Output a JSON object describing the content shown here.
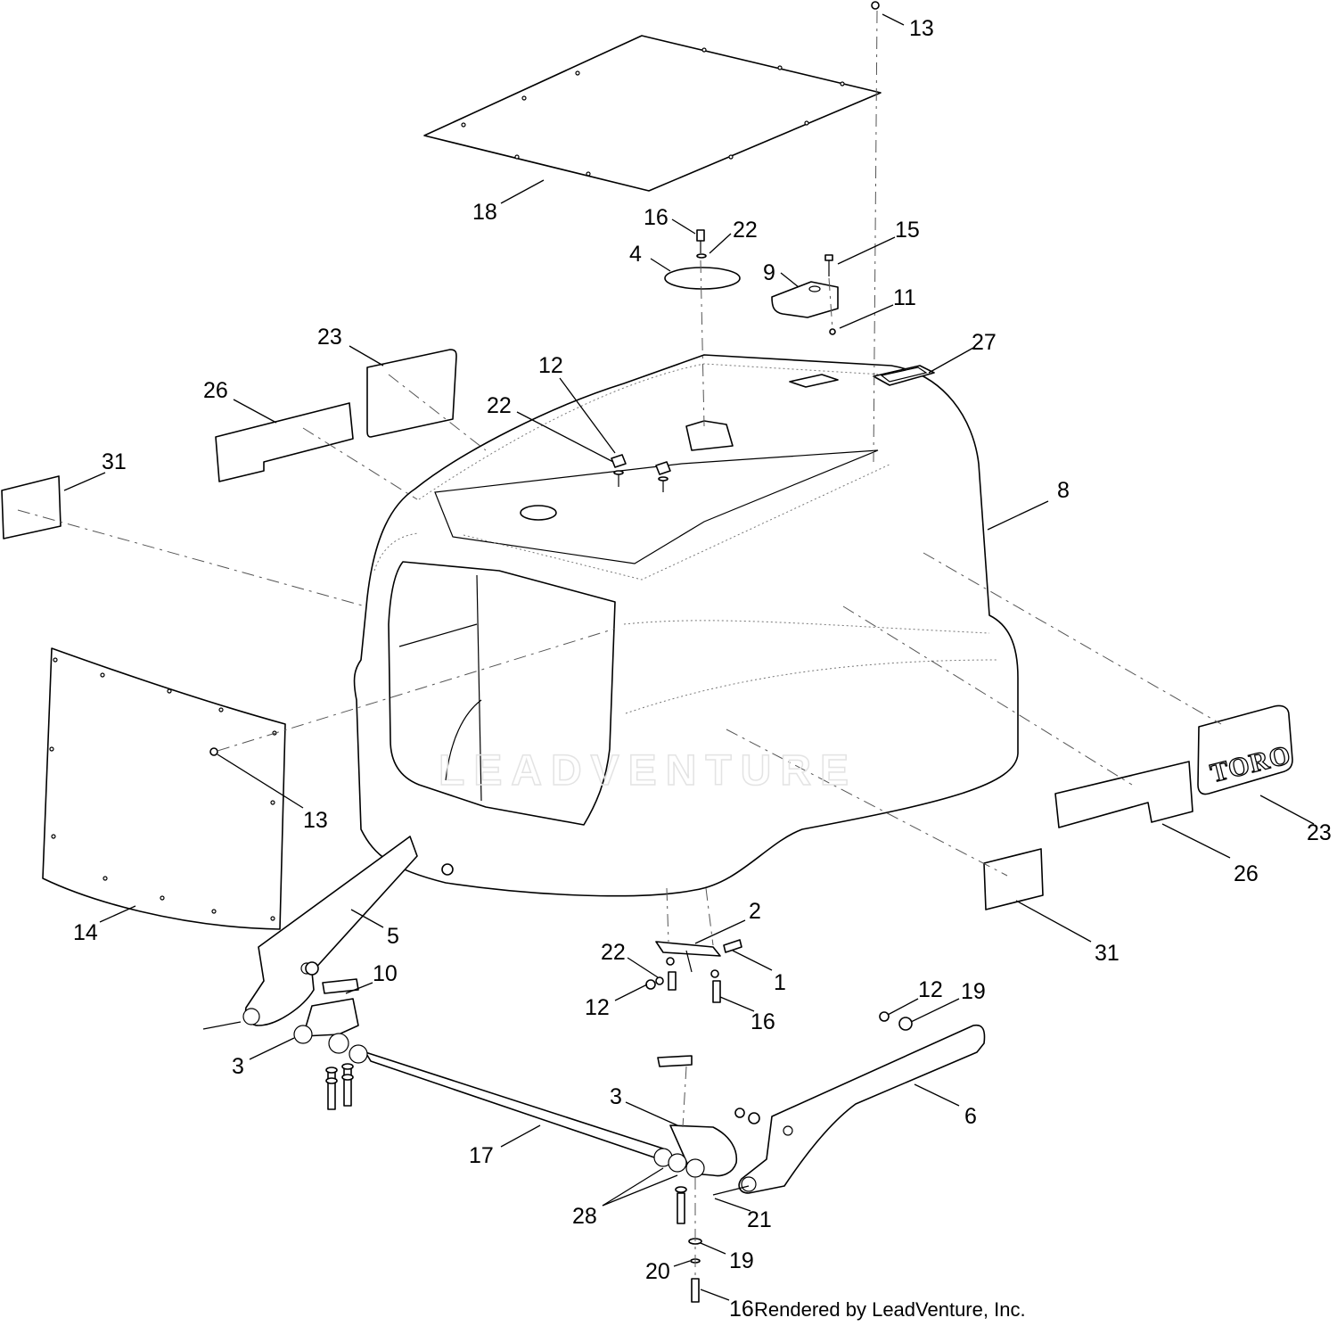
{
  "callouts": [
    {
      "id": "c-13-top",
      "label": "13"
    },
    {
      "id": "c-18",
      "label": "18"
    },
    {
      "id": "c-16-top",
      "label": "16"
    },
    {
      "id": "c-22-top",
      "label": "22"
    },
    {
      "id": "c-4",
      "label": "4"
    },
    {
      "id": "c-15",
      "label": "15"
    },
    {
      "id": "c-9",
      "label": "9"
    },
    {
      "id": "c-11",
      "label": "11"
    },
    {
      "id": "c-27",
      "label": "27"
    },
    {
      "id": "c-23-left",
      "label": "23"
    },
    {
      "id": "c-26-left",
      "label": "26"
    },
    {
      "id": "c-12-top",
      "label": "12"
    },
    {
      "id": "c-22-mid",
      "label": "22"
    },
    {
      "id": "c-31-left",
      "label": "31"
    },
    {
      "id": "c-8",
      "label": "8"
    },
    {
      "id": "c-13-left",
      "label": "13"
    },
    {
      "id": "c-23-right",
      "label": "23"
    },
    {
      "id": "c-26-right",
      "label": "26"
    },
    {
      "id": "c-31-right",
      "label": "31"
    },
    {
      "id": "c-14",
      "label": "14"
    },
    {
      "id": "c-5",
      "label": "5"
    },
    {
      "id": "c-2",
      "label": "2"
    },
    {
      "id": "c-22-bottom",
      "label": "22"
    },
    {
      "id": "c-1",
      "label": "1"
    },
    {
      "id": "c-12-bottom",
      "label": "12"
    },
    {
      "id": "c-16-mid",
      "label": "16"
    },
    {
      "id": "c-10",
      "label": "10"
    },
    {
      "id": "c-12-right",
      "label": "12"
    },
    {
      "id": "c-19-right",
      "label": "19"
    },
    {
      "id": "c-3-left",
      "label": "3"
    },
    {
      "id": "c-3-right",
      "label": "3"
    },
    {
      "id": "c-6",
      "label": "6"
    },
    {
      "id": "c-17",
      "label": "17"
    },
    {
      "id": "c-28",
      "label": "28"
    },
    {
      "id": "c-21",
      "label": "21"
    },
    {
      "id": "c-19-bottom",
      "label": "19"
    },
    {
      "id": "c-20",
      "label": "20"
    },
    {
      "id": "c-16-bottom",
      "label": "16"
    }
  ],
  "decal": {
    "brand_text": "TORO"
  },
  "watermark": {
    "text": "LEADVENTURE"
  },
  "footer": {
    "credit": "Rendered by LeadVenture, Inc."
  }
}
